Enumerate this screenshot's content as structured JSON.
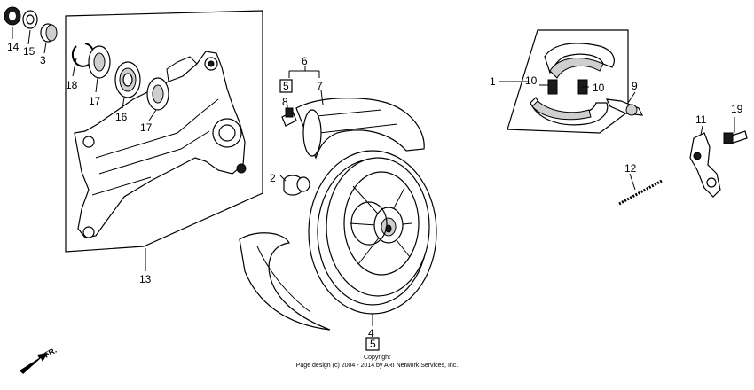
{
  "labels": {
    "p1": "1",
    "p2": "2",
    "p3": "3",
    "p4": "4",
    "p5a": "5",
    "p5b": "5",
    "p6": "6",
    "p7": "7",
    "p8": "8",
    "p9": "9",
    "p10a": "10",
    "p10b": "10",
    "p11": "11",
    "p12": "12",
    "p13": "13",
    "p14": "14",
    "p15": "15",
    "p16": "16",
    "p17a": "17",
    "p17b": "17",
    "p18": "18",
    "p19": "19"
  },
  "front_marker": "FR.",
  "footer": {
    "line1": "Copyright",
    "line2": "Page design (c) 2004 - 2014 by ARI Network Services, Inc."
  }
}
